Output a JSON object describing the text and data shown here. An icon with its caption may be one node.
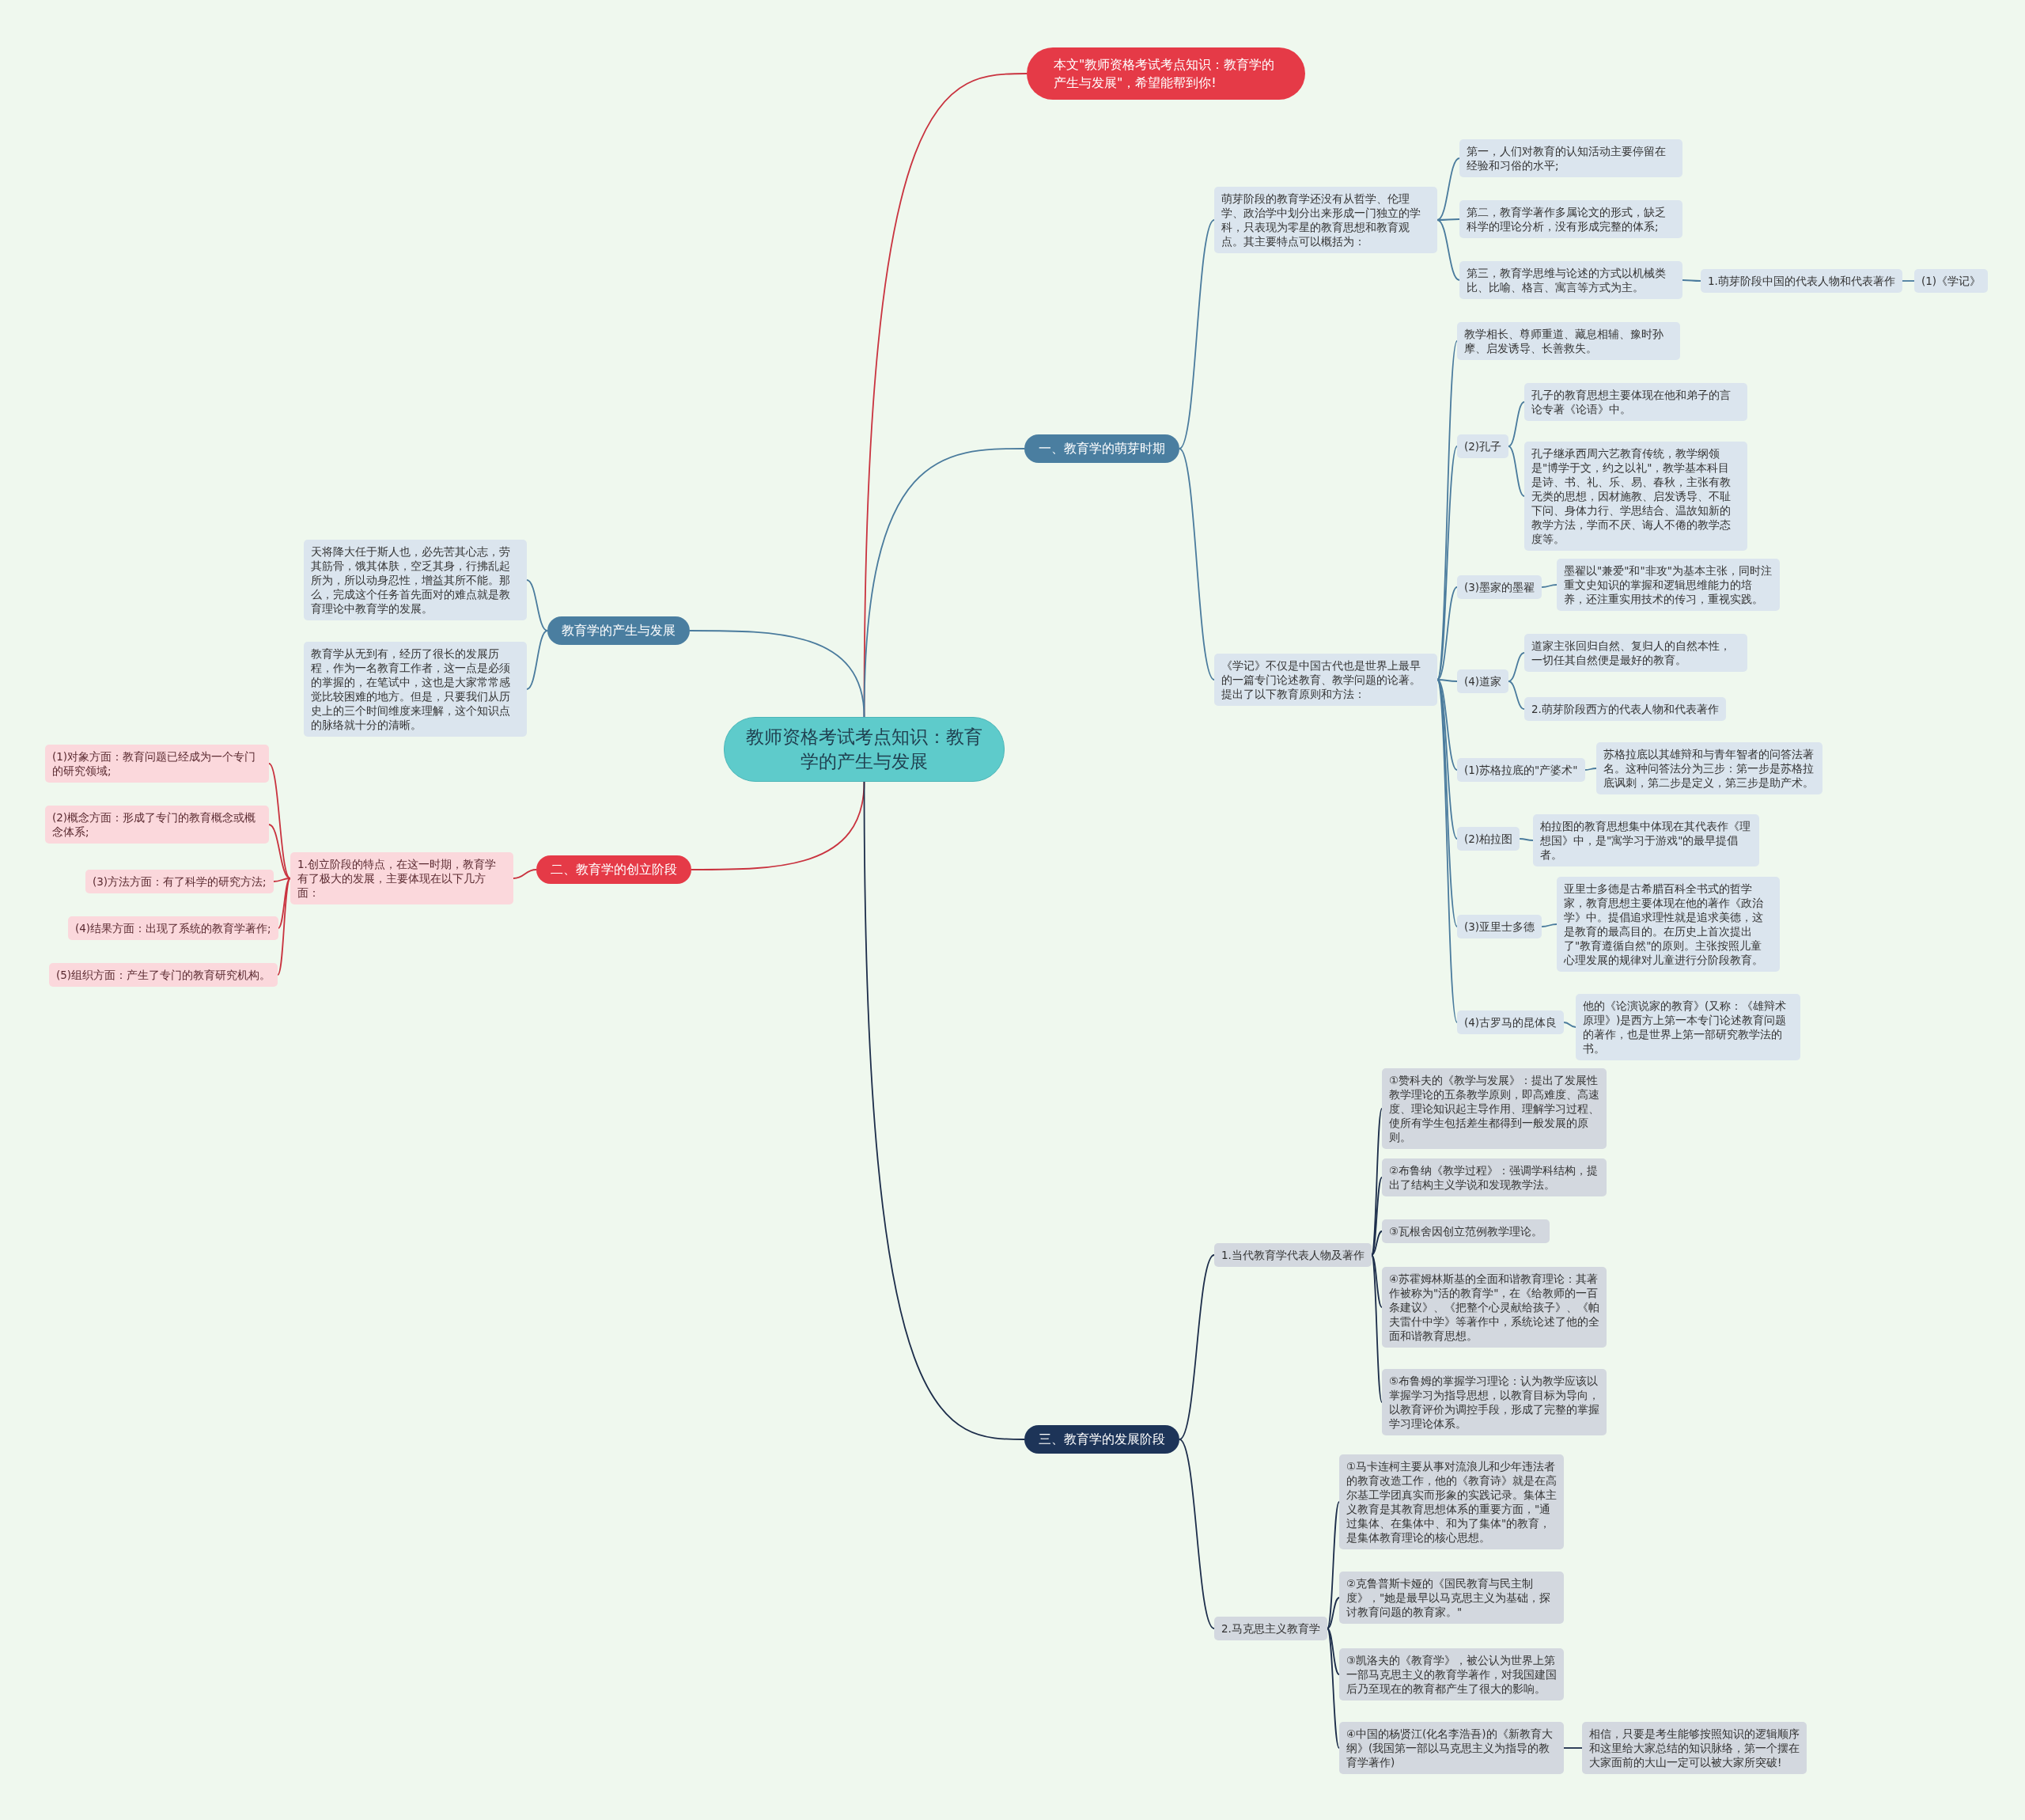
{
  "diagram": {
    "nodes": [
      {
        "text": [
          "教师资格考试考点知识：教育学的产生与发展"
        ]
      },
      {
        "text": [
          "本文\"教师资格考试考点知识：教育学的产生与发展\"，希望能帮到你!"
        ]
      },
      {
        "text": [
          "一、教育学的萌芽时期"
        ]
      },
      {
        "text": [
          "萌芽阶段的教育学还没有从哲学、伦理学、政治学中划分出来形成一门独立的学科，只表现为零星的教育思想和教育观点。其主要特点可以概括为："
        ]
      },
      {
        "text": [
          "第一，人们对教育的认知活动主要停留在经验和习俗的水平;"
        ]
      },
      {
        "text": [
          "第二，教育学著作多属论文的形式，缺乏科学的理论分析，没有形成完整的体系;"
        ]
      },
      {
        "text": [
          "第三，教育学思维与论述的方式以机械类比、比喻、格言、寓言等方式为主。"
        ]
      },
      {
        "text": [
          "1.萌芽阶段中国的代表人物和代表著作"
        ]
      },
      {
        "text": [
          "(1)《学记》"
        ]
      },
      {
        "text": [
          "《学记》不仅是中国古代也是世界上最早的一篇专门论述教育、教学问题的论著。提出了以下教育原则和方法："
        ]
      },
      {
        "text": [
          "教学相长、尊师重道、藏息相辅、豫时孙摩、启发诱导、长善救失。"
        ]
      },
      {
        "text": [
          "(2)孔子"
        ]
      },
      {
        "text": [
          "孔子的教育思想主要体现在他和弟子的言论专著《论语》中。"
        ]
      },
      {
        "text": [
          "孔子继承西周六艺教育传统，教学纲领是\"博学于文，约之以礼\"，教学基本科目是诗、书、礼、乐、易、春秋，主张有教无类的思想，因材施教、启发诱导、不耻下问、身体力行、学思结合、温故知新的教学方法，学而不厌、诲人不倦的教学态度等。"
        ]
      },
      {
        "text": [
          "(3)墨家的墨翟"
        ]
      },
      {
        "text": [
          "墨翟以\"兼爱\"和\"非攻\"为基本主张，同时注重文史知识的掌握和逻辑思维能力的培养，还注重实用技术的传习，重视实践。"
        ]
      },
      {
        "text": [
          "(4)道家"
        ]
      },
      {
        "text": [
          "道家主张回归自然、复归人的自然本性，一切任其自然便是最好的教育。"
        ]
      },
      {
        "text": [
          "2.萌芽阶段西方的代表人物和代表著作"
        ]
      },
      {
        "text": [
          "(1)苏格拉底的\"产婆术\""
        ]
      },
      {
        "text": [
          "苏格拉底以其雄辩和与青年智者的问答法著名。这种问答法分为三步：第一步是苏格拉底讽刺，第二步是定义，第三步是助产术。"
        ]
      },
      {
        "text": [
          "(2)柏拉图"
        ]
      },
      {
        "text": [
          "柏拉图的教育思想集中体现在其代表作《理想国》中，是\"寓学习于游戏\"的最早提倡者。"
        ]
      },
      {
        "text": [
          "(3)亚里士多德"
        ]
      },
      {
        "text": [
          "亚里士多德是古希腊百科全书式的哲学家，教育思想主要体现在他的著作《政治学》中。提倡追求理性就是追求美德，这是教育的最高目的。在历史上首次提出了\"教育遵循自然\"的原则。主张按照儿童心理发展的规律对儿童进行分阶段教育。"
        ]
      },
      {
        "text": [
          "(4)古罗马的昆体良"
        ]
      },
      {
        "text": [
          "他的《论演说家的教育》(又称：《雄辩术原理》)是西方上第一本专门论述教育问题的著作，也是世界上第一部研究教学法的书。"
        ]
      },
      {
        "text": [
          "二、教育学的创立阶段"
        ]
      },
      {
        "text": [
          "1.创立阶段的特点，在这一时期，教育学有了极大的发展，主要体现在以下几方面："
        ]
      },
      {
        "text": [
          "(1)对象方面：教育问题已经成为一个专门的研究领域;"
        ]
      },
      {
        "text": [
          "(2)概念方面：形成了专门的教育概念或概念体系;"
        ]
      },
      {
        "text": [
          "(3)方法方面：有了科学的研究方法;"
        ]
      },
      {
        "text": [
          "(4)结果方面：出现了系统的教育学著作;"
        ]
      },
      {
        "text": [
          "(5)组织方面：产生了专门的教育研究机构。"
        ]
      },
      {
        "text": [
          "教育学的产生与发展"
        ]
      },
      {
        "text": [
          "天将降大任于斯人也，必先苦其心志，劳其筋骨，饿其体肤，空乏其身，行拂乱起所为，所以动身忍性，增益其所不能。那么，完成这个任务首先面对的难点就是教育理论中教育学的发展。"
        ]
      },
      {
        "text": [
          "教育学从无到有，经历了很长的发展历程，作为一名教育工作者，这一点是必须的掌握的，在笔试中，这也是大家常常感觉比较困难的地方。但是，只要我们从历史上的三个时间维度来理解，这个知识点的脉络就十分的清晰。"
        ]
      },
      {
        "text": [
          "三、教育学的发展阶段"
        ]
      },
      {
        "text": [
          "1.当代教育学代表人物及著作"
        ]
      },
      {
        "text": [
          "①赞科夫的《教学与发展》：提出了发展性教学理论的五条教学原则，即高难度、高速度、理论知识起主导作用、理解学习过程、使所有学生包括差生都得到一般发展的原则。"
        ]
      },
      {
        "text": [
          "②布鲁纳《教学过程》：强调学科结构，提出了结构主义学说和发现教学法。"
        ]
      },
      {
        "text": [
          "③瓦根舍因创立范例教学理论。"
        ]
      },
      {
        "text": [
          "④苏霍姆林斯基的全面和谐教育理论：其著作被称为\"活的教育学\"，在《给教师的一百条建议》、《把整个心灵献给孩子》、《帕夫雷什中学》等著作中，系统论述了他的全面和谐教育思想。"
        ]
      },
      {
        "text": [
          "⑤布鲁姆的掌握学习理论：认为教学应该以掌握学习为指导思想，以教育目标为导向，以教育评价为调控手段，形成了完整的掌握学习理论体系。"
        ]
      },
      {
        "text": [
          "2.马克思主义教育学"
        ]
      },
      {
        "text": [
          "①马卡连柯主要从事对流浪儿和少年违法者的教育改造工作，他的《教育诗》就是在高尔基工学团真实而形象的实践记录。集体主义教育是其教育思想体系的重要方面，\"通过集体、在集体中、和为了集体\"的教育，是集体教育理论的核心思想。"
        ]
      },
      {
        "text": [
          "②克鲁普斯卡娅的《国民教育与民主制度》，\"她是最早以马克思主义为基础，探讨教育问题的教育家。\""
        ]
      },
      {
        "text": [
          "③凯洛夫的《教育学》，被公认为世界上第一部马克思主义的教育学著作，对我国建国后乃至现在的教育都产生了很大的影响。"
        ]
      },
      {
        "text": [
          "④中国的杨贤江(化名李浩吾)的《新教育大纲》(我国第一部以马克思主义为指导的教育学著作)"
        ]
      },
      {
        "text": [
          "相信，只要是考生能够按照知识的逻辑顺序和这里给大家总结的知识脉络，第一个摆在大家面前的大山一定可以被大家所突破!"
        ]
      }
    ],
    "edges": [
      {
        "from": 0,
        "to": 1,
        "arrow": "none",
        "color": "#c9333f"
      },
      {
        "from": 0,
        "to": 2,
        "arrow": "none"
      },
      {
        "from": 2,
        "to": 3,
        "arrow": "none"
      },
      {
        "from": 3,
        "to": 4,
        "arrow": "none"
      },
      {
        "from": 3,
        "to": 5,
        "arrow": "none"
      },
      {
        "from": 3,
        "to": 6,
        "arrow": "none"
      },
      {
        "from": 6,
        "to": 7,
        "arrow": "none"
      },
      {
        "from": 7,
        "to": 8,
        "arrow": "none"
      },
      {
        "from": 2,
        "to": 9,
        "arrow": "none"
      },
      {
        "from": 9,
        "to": 10,
        "arrow": "none"
      },
      {
        "from": 9,
        "to": 11,
        "arrow": "none"
      },
      {
        "from": 11,
        "to": 12,
        "arrow": "none"
      },
      {
        "from": 11,
        "to": 13,
        "arrow": "none"
      },
      {
        "from": 9,
        "to": 14,
        "arrow": "none"
      },
      {
        "from": 14,
        "to": 15,
        "arrow": "none"
      },
      {
        "from": 9,
        "to": 16,
        "arrow": "none"
      },
      {
        "from": 16,
        "to": 17,
        "arrow": "none"
      },
      {
        "from": 16,
        "to": 18,
        "arrow": "none"
      },
      {
        "from": 9,
        "to": 19,
        "arrow": "none"
      },
      {
        "from": 19,
        "to": 20,
        "arrow": "none"
      },
      {
        "from": 9,
        "to": 21,
        "arrow": "none"
      },
      {
        "from": 21,
        "to": 22,
        "arrow": "none"
      },
      {
        "from": 9,
        "to": 23,
        "arrow": "none"
      },
      {
        "from": 23,
        "to": 24,
        "arrow": "none"
      },
      {
        "from": 9,
        "to": 25,
        "arrow": "none"
      },
      {
        "from": 25,
        "to": 26,
        "arrow": "none"
      },
      {
        "from": 0,
        "to": 27,
        "arrow": "none",
        "color": "#c9333f"
      },
      {
        "from": 27,
        "to": 28,
        "arrow": "none",
        "color": "#c9333f"
      },
      {
        "from": 28,
        "to": 29,
        "arrow": "none",
        "color": "#c9333f"
      },
      {
        "from": 28,
        "to": 30,
        "arrow": "none",
        "color": "#c9333f"
      },
      {
        "from": 28,
        "to": 31,
        "arrow": "none",
        "color": "#c9333f"
      },
      {
        "from": 28,
        "to": 32,
        "arrow": "none",
        "color": "#c9333f"
      },
      {
        "from": 28,
        "to": 33,
        "arrow": "none",
        "color": "#c9333f"
      },
      {
        "from": 0,
        "to": 34,
        "arrow": "none"
      },
      {
        "from": 34,
        "to": 35,
        "arrow": "none"
      },
      {
        "from": 34,
        "to": 36,
        "arrow": "none"
      },
      {
        "from": 0,
        "to": 37,
        "arrow": "none",
        "color": "#1c2d4a"
      },
      {
        "from": 37,
        "to": 38,
        "arrow": "none",
        "color": "#1c2d4a"
      },
      {
        "from": 38,
        "to": 39,
        "arrow": "none",
        "color": "#1c2d4a"
      },
      {
        "from": 38,
        "to": 40,
        "arrow": "none",
        "color": "#1c2d4a"
      },
      {
        "from": 38,
        "to": 41,
        "arrow": "none",
        "color": "#1c2d4a"
      },
      {
        "from": 38,
        "to": 42,
        "arrow": "none",
        "color": "#1c2d4a"
      },
      {
        "from": 38,
        "to": 43,
        "arrow": "none",
        "color": "#1c2d4a"
      },
      {
        "from": 37,
        "to": 44,
        "arrow": "none",
        "color": "#1c2d4a"
      },
      {
        "from": 44,
        "to": 45,
        "arrow": "none",
        "color": "#1c2d4a"
      },
      {
        "from": 44,
        "to": 46,
        "arrow": "none",
        "color": "#1c2d4a"
      },
      {
        "from": 44,
        "to": 47,
        "arrow": "none",
        "color": "#1c2d4a"
      },
      {
        "from": 44,
        "to": 48,
        "arrow": "none",
        "color": "#1c2d4a"
      },
      {
        "from": 48,
        "to": 49,
        "arrow": "none",
        "color": "#1c2d4a"
      }
    ]
  }
}
